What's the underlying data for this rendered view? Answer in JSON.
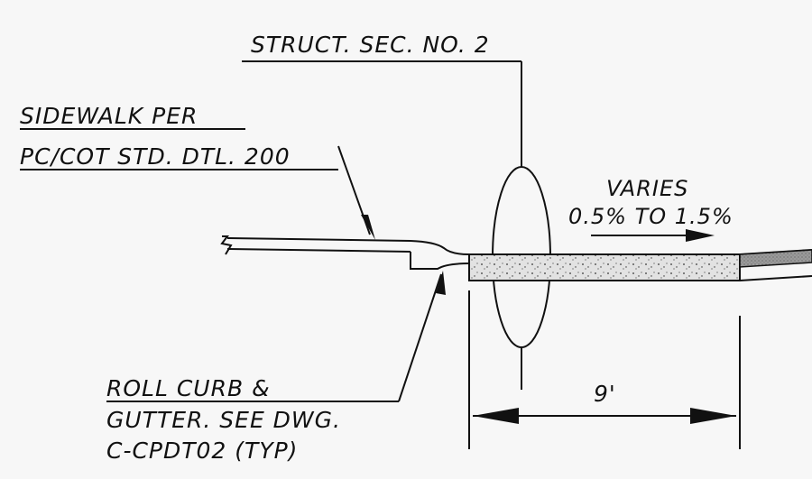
{
  "labels": {
    "struct_section": "STRUCT. SEC. NO. 2",
    "sidewalk_line1": "SIDEWALK PER",
    "sidewalk_line2": "PC/COT STD. DTL. 200",
    "varies_line1": "VARIES",
    "varies_line2": "0.5% TO 1.5%",
    "curb_line1": "ROLL CURB &",
    "curb_line2": "GUTTER. SEE DWG.",
    "curb_line3": "C-CPDT02 (TYP)",
    "dimension": "9'"
  },
  "colors": {
    "ink": "#111111",
    "background": "#f7f7f7",
    "concrete_fill": "#e2e2e2",
    "asphalt_fill": "#9a9a9a"
  }
}
